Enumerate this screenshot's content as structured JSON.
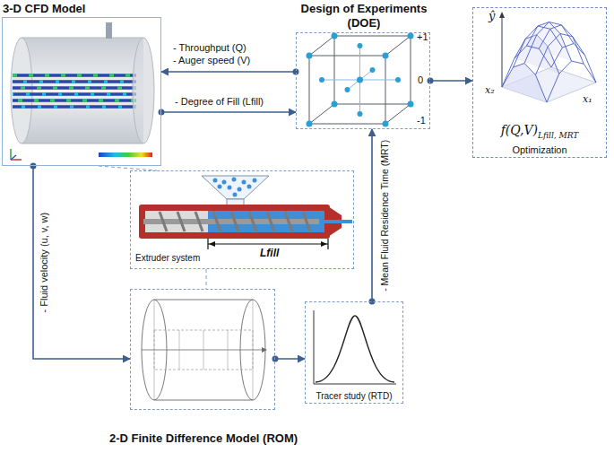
{
  "diagram": {
    "nodes": [
      {
        "text": [
          "3-D CFD Model"
        ]
      },
      {
        "text": [
          "Design of Experiments (DOE)"
        ]
      },
      {
        "text": [
          "f(Q,V)",
          "Lfill, MRT",
          "Optimization"
        ]
      },
      {
        "text": [
          "Extruder system"
        ]
      },
      {
        "text": [
          "2-D Finite Difference Model (ROM)"
        ]
      },
      {
        "text": [
          "Tracer study (RTD)"
        ]
      }
    ],
    "edges": [
      {
        "from": 1,
        "to": 0,
        "arrow": "to"
      },
      {
        "from": 0,
        "to": 1,
        "arrow": "to",
        "label": "- Degree of Fill (Lfill)"
      },
      {
        "from": 1,
        "to": 2,
        "arrow": "to"
      },
      {
        "from": 0,
        "to": 4,
        "arrow": "to",
        "label": "- Fluid velocity (u, v, w)"
      },
      {
        "from": 4,
        "to": 5,
        "arrow": "to"
      },
      {
        "from": 5,
        "to": 1,
        "arrow": "to",
        "label": "- Mean Fluid Residence Time (MRT)"
      },
      {
        "from": 0,
        "to": 3,
        "arrow": "none"
      },
      {
        "from": 3,
        "to": 4,
        "arrow": "none"
      }
    ],
    "labels": [
      "- Throughput (Q)",
      "- Auger speed (V)",
      "+1",
      "0",
      "-1",
      "Lfill",
      "ŷ",
      "x₂",
      "x₁"
    ]
  }
}
